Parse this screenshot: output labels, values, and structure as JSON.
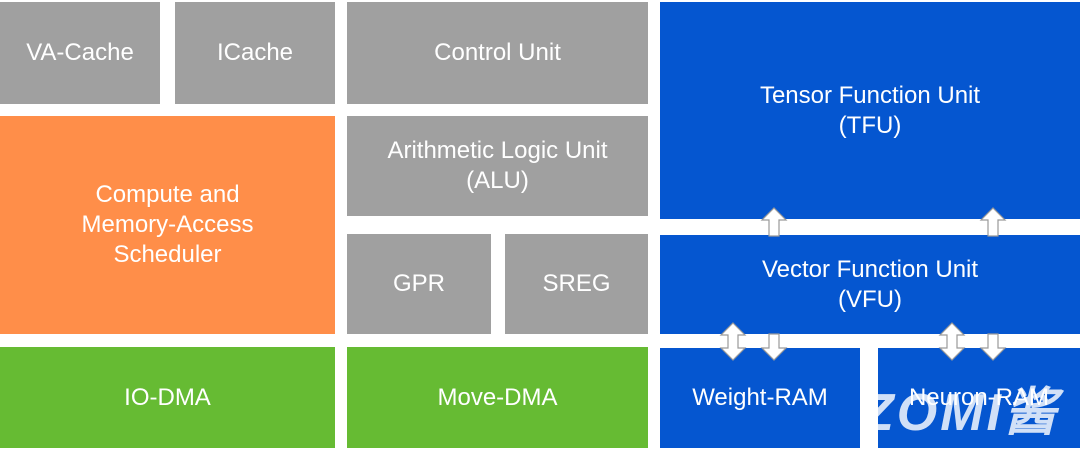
{
  "blocks": {
    "va_cache": "VA-Cache",
    "icache": "ICache",
    "control_unit": "Control Unit",
    "scheduler": [
      "Compute and",
      "Memory-Access",
      "Scheduler"
    ],
    "alu": [
      "Arithmetic Logic Unit",
      "(ALU)"
    ],
    "gpr": "GPR",
    "sreg": "SREG",
    "io_dma": "IO-DMA",
    "move_dma": "Move-DMA",
    "tfu": [
      "Tensor Function Unit",
      "(TFU)"
    ],
    "vfu": [
      "Vector Function Unit",
      "(VFU)"
    ],
    "weight_ram": "Weight-RAM",
    "neuron_ram": "Neuron-RAM"
  },
  "watermark": "ZOMI酱",
  "colors": {
    "gray": "#a0a0a0",
    "orange": "#ff8e49",
    "green": "#66bb33",
    "blue": "#0556d0",
    "text": "#ffffff"
  }
}
